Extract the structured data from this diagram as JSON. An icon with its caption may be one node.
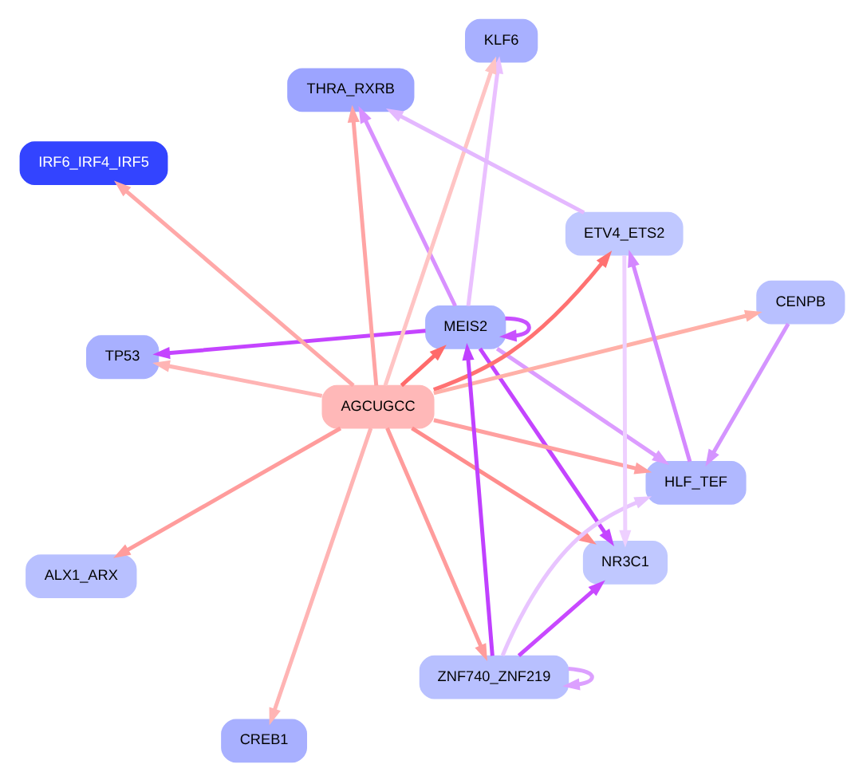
{
  "diagram": {
    "nodes": [
      {
        "text": [
          "TP53"
        ]
      },
      {
        "text": [
          "KLF6"
        ]
      },
      {
        "text": [
          "CREB1"
        ]
      },
      {
        "text": [
          "THRA_RXRB"
        ]
      },
      {
        "text": [
          "MEIS2"
        ]
      },
      {
        "text": [
          "IRF6_IRF4_IRF5"
        ]
      },
      {
        "text": [
          "AGCUGCC"
        ]
      },
      {
        "text": [
          "HLF_TEF"
        ]
      },
      {
        "text": [
          "ALX1_ARX"
        ]
      },
      {
        "text": [
          "NR3C1"
        ]
      },
      {
        "text": [
          "ZNF740_ZNF219"
        ]
      },
      {
        "text": [
          "ETV4_ETS2"
        ]
      },
      {
        "text": [
          "CENPB"
        ]
      }
    ],
    "edges": [
      {
        "from": 6,
        "to": 4,
        "arrow": "to",
        "color": "#ff6a6a"
      },
      {
        "from": 6,
        "to": 2,
        "arrow": "to",
        "color": "#ffb4b4"
      },
      {
        "from": 6,
        "to": 0,
        "arrow": "to",
        "color": "#ffb4b4"
      },
      {
        "from": 6,
        "to": 1,
        "arrow": "to",
        "color": "#ffc4c4"
      },
      {
        "from": 6,
        "to": 3,
        "arrow": "to",
        "color": "#ffa4a4"
      },
      {
        "from": 6,
        "to": 5,
        "arrow": "to",
        "color": "#ffa8a8"
      },
      {
        "from": 6,
        "to": 7,
        "arrow": "to",
        "color": "#ffa0a0"
      },
      {
        "from": 6,
        "to": 8,
        "arrow": "to",
        "color": "#ff9c9c"
      },
      {
        "from": 6,
        "to": 9,
        "arrow": "to",
        "color": "#ff8c8c"
      },
      {
        "from": 6,
        "to": 11,
        "arrow": "to",
        "color": "#ff7272"
      },
      {
        "from": 6,
        "to": 12,
        "arrow": "to",
        "color": "#ffb0a8"
      },
      {
        "from": 6,
        "to": 10,
        "arrow": "to",
        "color": "#ff9c9c"
      },
      {
        "from": 4,
        "to": 0,
        "arrow": "to",
        "color": "#c444ff"
      },
      {
        "from": 4,
        "to": 1,
        "arrow": "to",
        "color": "#eac0ff"
      },
      {
        "from": 4,
        "to": 3,
        "arrow": "to",
        "color": "#d890ff"
      },
      {
        "from": 4,
        "to": 4,
        "arrow": "to",
        "color": "#c850ff"
      },
      {
        "from": 4,
        "to": 7,
        "arrow": "to",
        "color": "#dc9cff"
      },
      {
        "from": 4,
        "to": 9,
        "arrow": "to",
        "color": "#c444ff"
      },
      {
        "from": 10,
        "to": 4,
        "arrow": "to",
        "color": "#c040ff"
      },
      {
        "from": 10,
        "to": 9,
        "arrow": "to",
        "color": "#c848ff"
      },
      {
        "from": 10,
        "to": 7,
        "arrow": "to",
        "color": "#e8c4ff"
      },
      {
        "from": 10,
        "to": 10,
        "arrow": "to",
        "color": "#dca0ff"
      },
      {
        "from": 11,
        "to": 3,
        "arrow": "to",
        "color": "#e4b8ff"
      },
      {
        "from": 11,
        "to": 9,
        "arrow": "to",
        "color": "#eed0ff"
      },
      {
        "from": 7,
        "to": 11,
        "arrow": "to",
        "color": "#d488ff"
      },
      {
        "from": 12,
        "to": 7,
        "arrow": "to",
        "color": "#d494ff"
      }
    ]
  }
}
